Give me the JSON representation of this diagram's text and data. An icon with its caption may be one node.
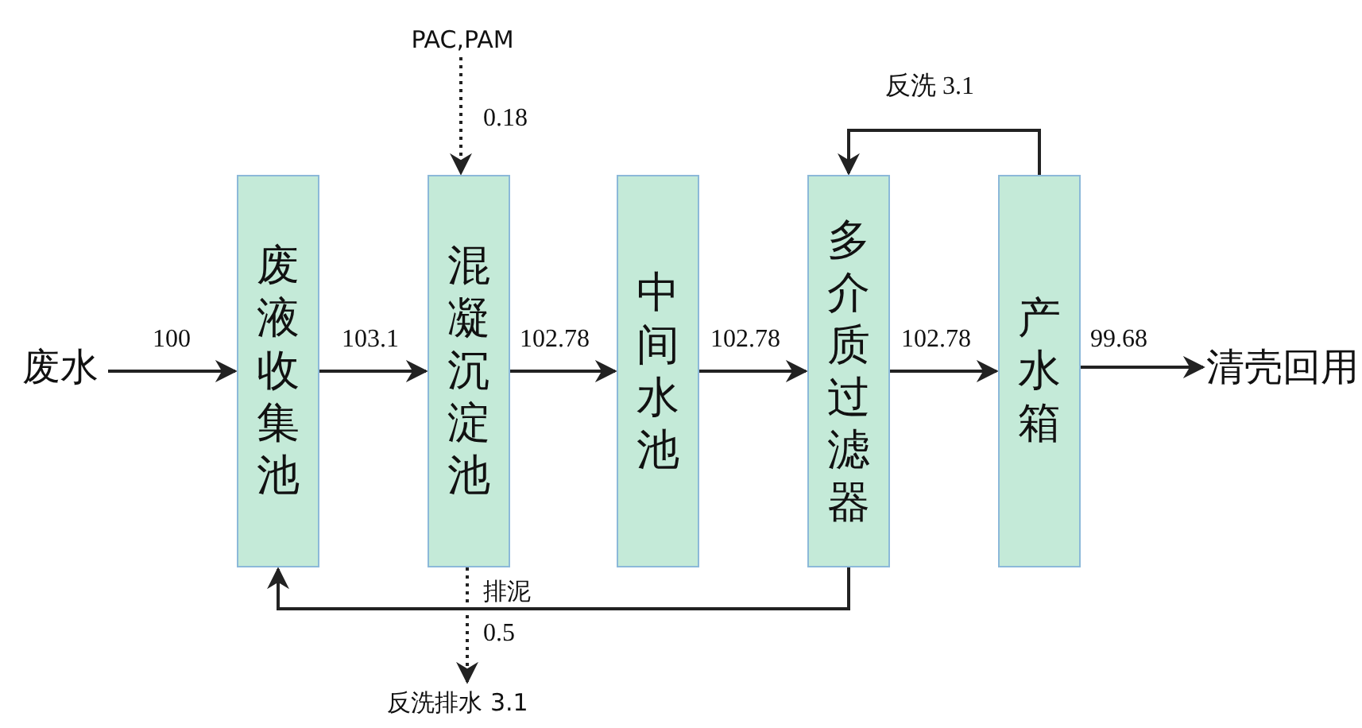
{
  "diagram": {
    "nodes": [
      {
        "text": [
          "废水"
        ]
      },
      {
        "text": [
          "废液收集池"
        ]
      },
      {
        "text": [
          "混凝沉淀池"
        ]
      },
      {
        "text": [
          "中间水池"
        ]
      },
      {
        "text": [
          "多介质过滤器"
        ]
      },
      {
        "text": [
          "产水箱"
        ]
      },
      {
        "text": [
          "清壳回用"
        ]
      },
      {
        "text": [
          "PAC,PAM"
        ]
      },
      {
        "text": [
          "反洗排水 3.1"
        ]
      }
    ],
    "edges": [
      {
        "from": 0,
        "to": 1,
        "arrow": "to",
        "label": "100"
      },
      {
        "from": 1,
        "to": 2,
        "arrow": "to",
        "label": "103.1"
      },
      {
        "from": 2,
        "to": 3,
        "arrow": "to",
        "label": "102.78"
      },
      {
        "from": 3,
        "to": 4,
        "arrow": "to",
        "label": "102.78"
      },
      {
        "from": 4,
        "to": 5,
        "arrow": "to",
        "label": "102.78"
      },
      {
        "from": 5,
        "to": 6,
        "arrow": "to",
        "label": "99.68"
      },
      {
        "from": 7,
        "to": 2,
        "arrow": "to",
        "label": "0.18",
        "style": "dashed"
      },
      {
        "from": 5,
        "to": 4,
        "arrow": "to",
        "label": "反洗 3.1"
      },
      {
        "from": 4,
        "to": 1,
        "arrow": "to"
      },
      {
        "from": 2,
        "to": 8,
        "arrow": "to",
        "label": "0.5",
        "style": "dashed"
      }
    ],
    "labels": [
      "排泥"
    ]
  }
}
